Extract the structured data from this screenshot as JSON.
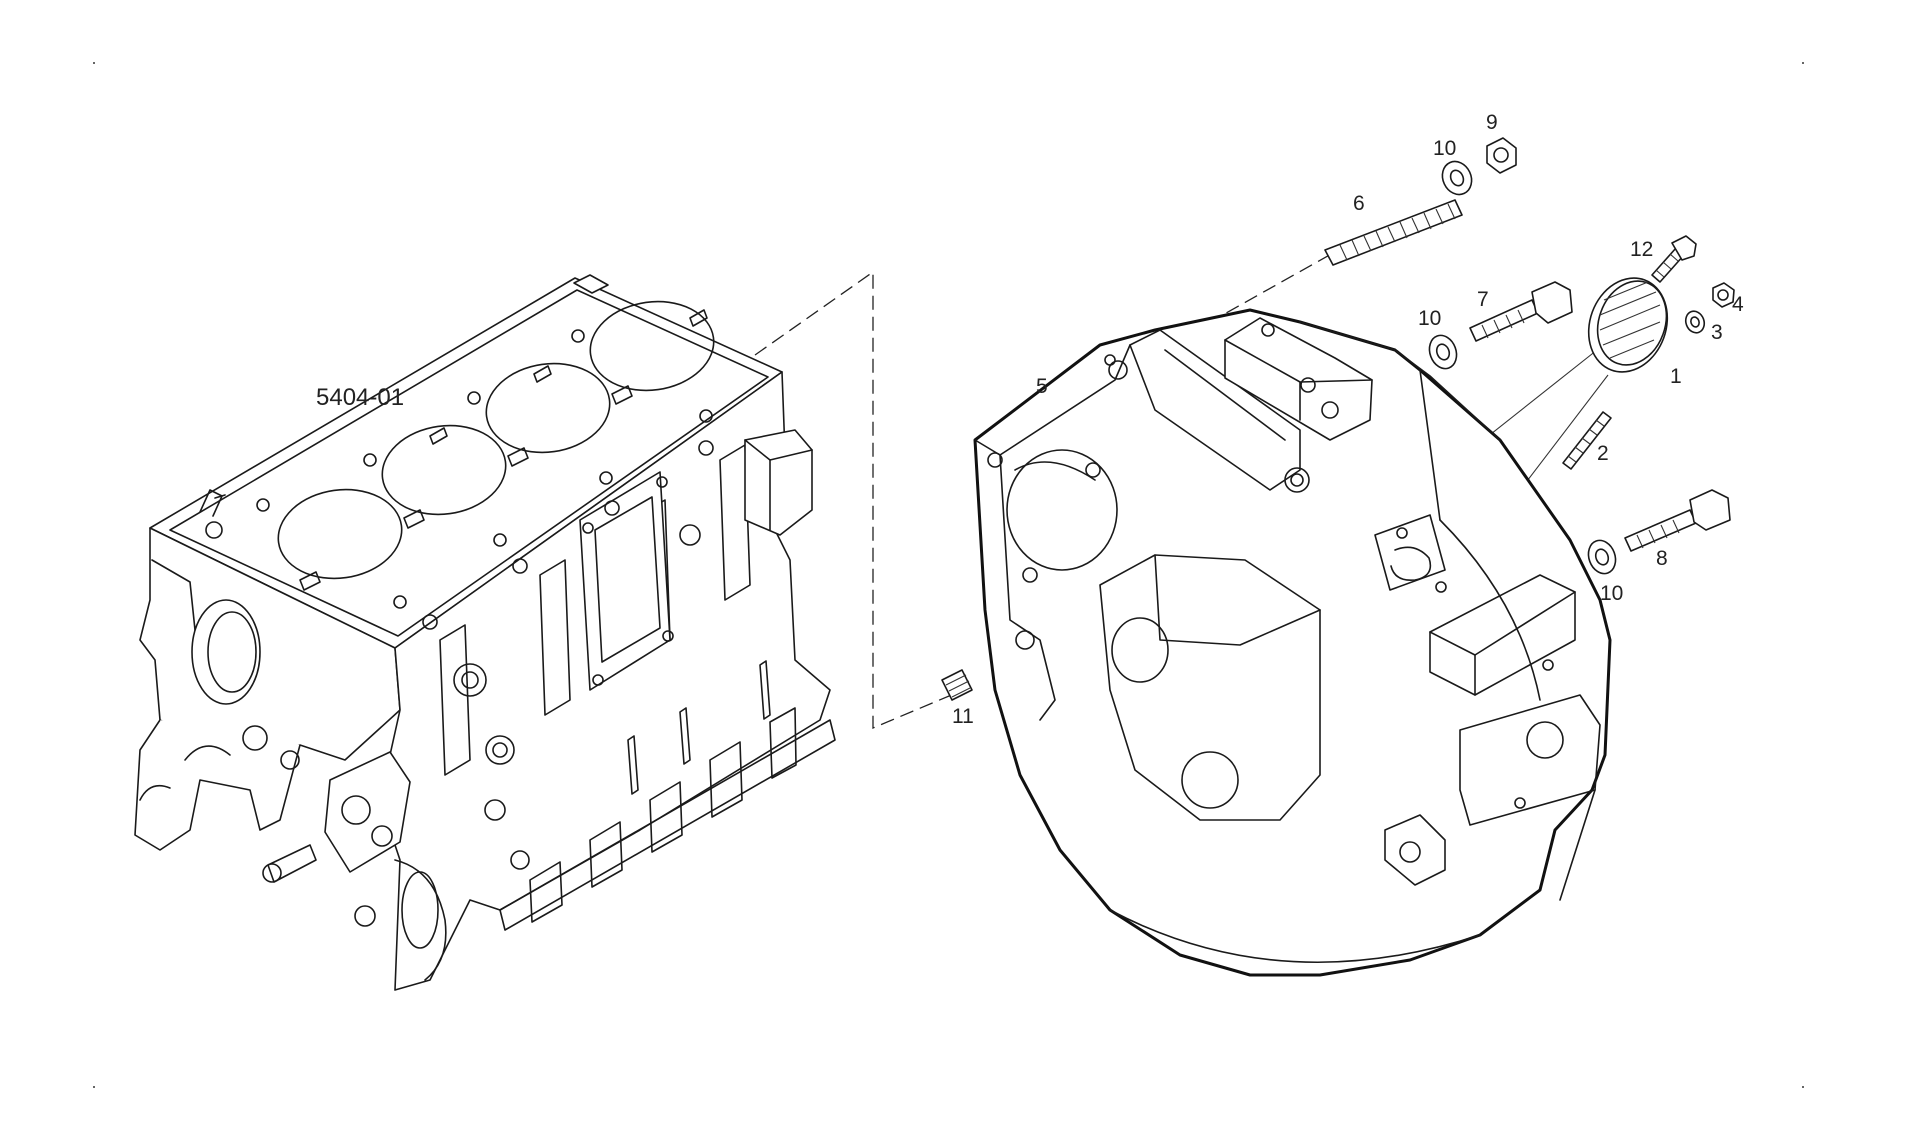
{
  "diagram": {
    "reference_label": "5404-01",
    "callouts": [
      {
        "id": "callout-1",
        "text": "1"
      },
      {
        "id": "callout-2",
        "text": "2"
      },
      {
        "id": "callout-3",
        "text": "3"
      },
      {
        "id": "callout-4",
        "text": "4"
      },
      {
        "id": "callout-5",
        "text": "5"
      },
      {
        "id": "callout-6",
        "text": "6"
      },
      {
        "id": "callout-7",
        "text": "7"
      },
      {
        "id": "callout-8",
        "text": "8"
      },
      {
        "id": "callout-9",
        "text": "9"
      },
      {
        "id": "callout-10a",
        "text": "10"
      },
      {
        "id": "callout-10b",
        "text": "10"
      },
      {
        "id": "callout-10c",
        "text": "10"
      },
      {
        "id": "callout-11",
        "text": "11"
      },
      {
        "id": "callout-12",
        "text": "12"
      }
    ]
  }
}
